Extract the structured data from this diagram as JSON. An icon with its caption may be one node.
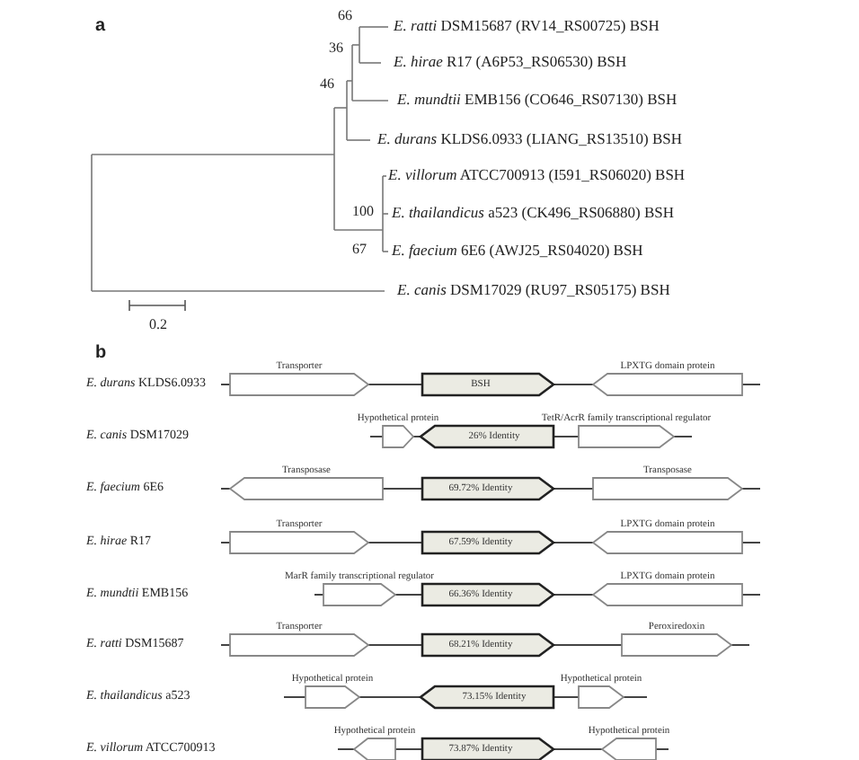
{
  "diagram": {
    "nodes": [
      {
        "text": [
          "Transporter"
        ]
      },
      {
        "text": [
          "BSH"
        ]
      },
      {
        "text": [
          "LPXTG domain protein"
        ]
      },
      {
        "text": [
          "Hypothetical protein"
        ]
      },
      {
        "text": [
          "26% Identity"
        ]
      },
      {
        "text": [
          "TetR/AcrR family transcriptional regulator"
        ]
      },
      {
        "text": [
          "Transposase"
        ]
      },
      {
        "text": [
          "69.72% Identity"
        ]
      },
      {
        "text": [
          "Transposase"
        ]
      },
      {
        "text": [
          "Transporter"
        ]
      },
      {
        "text": [
          "67.59% Identity"
        ]
      },
      {
        "text": [
          "LPXTG domain protein"
        ]
      },
      {
        "text": [
          "MarR family transcriptional regulator"
        ]
      },
      {
        "text": [
          "66.36% Identity"
        ]
      },
      {
        "text": [
          "LPXTG domain protein"
        ]
      },
      {
        "text": [
          "Transporter"
        ]
      },
      {
        "text": [
          "68.21% Identity"
        ]
      },
      {
        "text": [
          "Peroxiredoxin"
        ]
      },
      {
        "text": [
          "Hypothetical protein"
        ]
      },
      {
        "text": [
          "73.15% Identity"
        ]
      },
      {
        "text": [
          "Hypothetical protein"
        ]
      },
      {
        "text": [
          "Hypothetical protein"
        ]
      },
      {
        "text": [
          "73.87% Identity"
        ]
      },
      {
        "text": [
          "Hypothetical protein"
        ]
      }
    ],
    "labels": [
      "a",
      "66",
      "*E. ratti* DSM15687 (RV14_RS00725) BSH",
      "36",
      "*E. hirae* R17 (A6P53_RS06530) BSH",
      "46",
      "*E. mundtii* EMB156 (CO646_RS07130) BSH",
      "*E. durans* KLDS6.0933 (LIANG_RS13510) BSH",
      "*E. villorum* ATCC700913 (I591_RS06020) BSH",
      "100",
      "*E. thailandicus* a523 (CK496_RS06880) BSH",
      "67",
      "*E. faecium* 6E6 (AWJ25_RS04020) BSH",
      "*E. canis* DSM17029 (RU97_RS05175) BSH",
      "0.2",
      "b",
      "*E. durans* KLDS6.0933",
      "*E. canis* DSM17029",
      "*E. faecium* 6E6",
      "*E. hirae* R17",
      "*E. mundtii* EMB156",
      "*E. ratti* DSM15687",
      "*E. thailandicus* a523",
      "*E. villorum* ATCC700913"
    ]
  }
}
